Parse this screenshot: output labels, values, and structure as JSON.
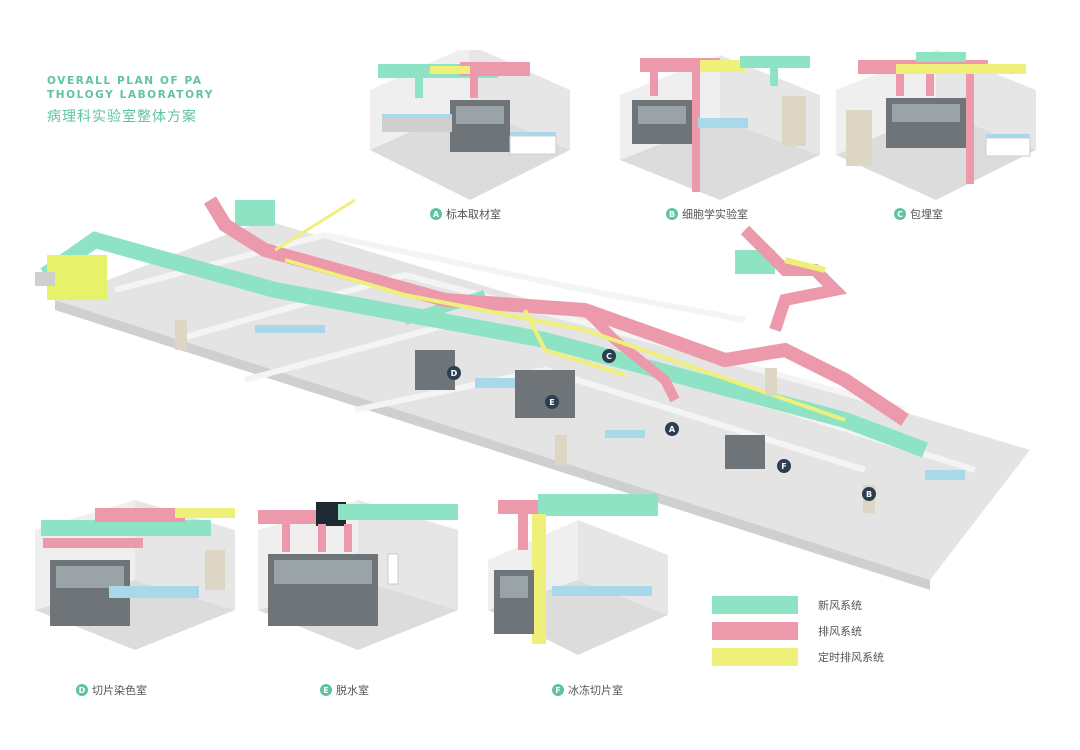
{
  "title": {
    "en": "OVERALL PLAN OF PA\nTHOLOGY LABORATORY",
    "zh": "病理科实验室整体方案"
  },
  "colors": {
    "fresh_air": "#8fe3c5",
    "exhaust": "#ec9aab",
    "timed_exhaust": "#eef07a",
    "accent": "#5fc2a2",
    "marker": "#2c3e50"
  },
  "rooms": [
    {
      "letter": "A",
      "name": "标本取材室"
    },
    {
      "letter": "B",
      "name": "细胞学实验室"
    },
    {
      "letter": "C",
      "name": "包埋室"
    },
    {
      "letter": "D",
      "name": "切片染色室"
    },
    {
      "letter": "E",
      "name": "脱水室"
    },
    {
      "letter": "F",
      "name": "冰冻切片室"
    }
  ],
  "legend": [
    {
      "label": "新风系统",
      "color": "#8fe3c5"
    },
    {
      "label": "排风系统",
      "color": "#ec9aab"
    },
    {
      "label": "定时排风系统",
      "color": "#eef07a"
    }
  ]
}
